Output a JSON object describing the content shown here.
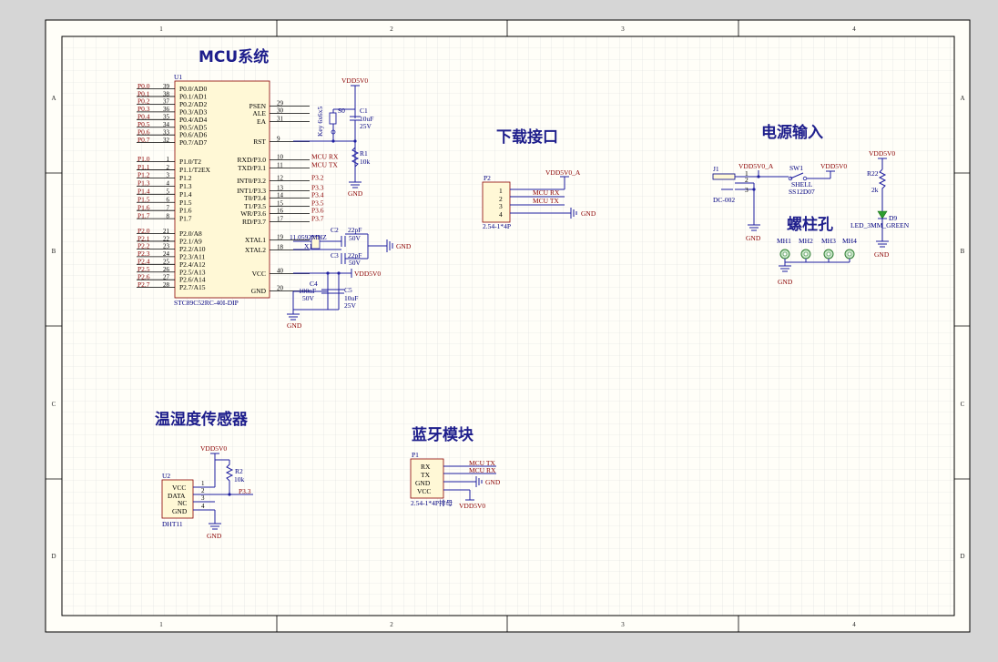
{
  "frame": {
    "cols": [
      "1",
      "2",
      "3",
      "4"
    ],
    "rows": [
      "A",
      "B",
      "C",
      "D"
    ]
  },
  "sections": {
    "mcu": "MCU系统",
    "download": "下载接口",
    "power": "电源输入",
    "screw": "螺柱孔",
    "sensor": "温湿度传感器",
    "bluetooth": "蓝牙模块"
  },
  "u1": {
    "ref": "U1",
    "part": "STC89C52RC-40I-DIP",
    "left_pins": [
      {
        "num": "39",
        "name": "P0.0/AD0",
        "net": "P0.0"
      },
      {
        "num": "38",
        "name": "P0.1/AD1",
        "net": "P0.1"
      },
      {
        "num": "37",
        "name": "P0.2/AD2",
        "net": "P0.2"
      },
      {
        "num": "36",
        "name": "P0.3/AD3",
        "net": "P0.3"
      },
      {
        "num": "35",
        "name": "P0.4/AD4",
        "net": "P0.4"
      },
      {
        "num": "34",
        "name": "P0.5/AD5",
        "net": "P0.5"
      },
      {
        "num": "33",
        "name": "P0.6/AD6",
        "net": "P0.6"
      },
      {
        "num": "32",
        "name": "P0.7/AD7",
        "net": "P0.7"
      },
      {
        "num": "1",
        "name": "P1.0/T2",
        "net": "P1.0"
      },
      {
        "num": "2",
        "name": "P1.1/T2EX",
        "net": "P1.1"
      },
      {
        "num": "3",
        "name": "P1.2",
        "net": "P1.2"
      },
      {
        "num": "4",
        "name": "P1.3",
        "net": "P1.3"
      },
      {
        "num": "5",
        "name": "P1.4",
        "net": "P1.4"
      },
      {
        "num": "6",
        "name": "P1.5",
        "net": "P1.5"
      },
      {
        "num": "7",
        "name": "P1.6",
        "net": "P1.6"
      },
      {
        "num": "8",
        "name": "P1.7",
        "net": "P1.7"
      },
      {
        "num": "21",
        "name": "P2.0/A8",
        "net": "P2.0"
      },
      {
        "num": "22",
        "name": "P2.1/A9",
        "net": "P2.1"
      },
      {
        "num": "23",
        "name": "P2.2/A10",
        "net": "P2.2"
      },
      {
        "num": "24",
        "name": "P2.3/A11",
        "net": "P2.3"
      },
      {
        "num": "25",
        "name": "P2.4/A12",
        "net": "P2.4"
      },
      {
        "num": "26",
        "name": "P2.5/A13",
        "net": "P2.5"
      },
      {
        "num": "27",
        "name": "P2.6/A14",
        "net": "P2.6"
      },
      {
        "num": "28",
        "name": "P2.7/A15",
        "net": "P2.7"
      }
    ],
    "right_pins": [
      {
        "num": "29",
        "name": "PSEN",
        "net": ""
      },
      {
        "num": "30",
        "name": "ALE",
        "net": ""
      },
      {
        "num": "31",
        "name": "EA",
        "net": ""
      },
      {
        "num": "9",
        "name": "RST",
        "net": ""
      },
      {
        "num": "10",
        "name": "RXD/P3.0",
        "net": "MCU RX"
      },
      {
        "num": "11",
        "name": "TXD/P3.1",
        "net": "MCU TX"
      },
      {
        "num": "12",
        "name": "INT0/P3.2",
        "net": "P3.2"
      },
      {
        "num": "13",
        "name": "INT1/P3.3",
        "net": "P3.3"
      },
      {
        "num": "14",
        "name": "T0/P3.4",
        "net": "P3.4"
      },
      {
        "num": "15",
        "name": "T1/P3.5",
        "net": "P3.5"
      },
      {
        "num": "16",
        "name": "WR/P3.6",
        "net": "P3.6"
      },
      {
        "num": "17",
        "name": "RD/P3.7",
        "net": "P3.7"
      },
      {
        "num": "19",
        "name": "XTAL1",
        "net": ""
      },
      {
        "num": "18",
        "name": "XTAL2",
        "net": ""
      },
      {
        "num": "40",
        "name": "VCC",
        "net": ""
      },
      {
        "num": "20",
        "name": "GND",
        "net": ""
      }
    ]
  },
  "mcu_parts": {
    "vdd": "VDD5V0",
    "gnd": "GND",
    "s0_ref": "S0",
    "s0_val": "Key 6x6x5",
    "c1_ref": "C1",
    "c1_val1": "10uF",
    "c1_val2": "25V",
    "r1_ref": "R1",
    "r1_val": "10k",
    "c2_ref": "C2",
    "c2_val1": "22pF",
    "c2_val2": "50V",
    "c3_ref": "C3",
    "c3_val1": "22pF",
    "c3_val2": "50V",
    "x1_ref": "X1",
    "x1_val": "11.0592MHZ",
    "c4_ref": "C4",
    "c4_val1": "100nF",
    "c4_val2": "50V",
    "c5_ref": "C5",
    "c5_val1": "10uF",
    "c5_val2": "25V"
  },
  "download": {
    "ref": "P2",
    "part": "2.54-1*4P",
    "pins": [
      "1",
      "2",
      "3",
      "4"
    ],
    "vdd": "VDD5V0_A",
    "rx": "MCU RX",
    "tx": "MCU TX",
    "gnd": "GND"
  },
  "power": {
    "j1_ref": "J1",
    "j1_part": "DC-002",
    "j1_pins": [
      "1",
      "2",
      "3"
    ],
    "vdd_a": "VDD5V0_A",
    "sw1_ref": "SW1",
    "sw1_part": "SS12D07",
    "shell": "SHELL",
    "vdd": "VDD5V0",
    "gnd": "GND",
    "r22_ref": "R22",
    "r22_val": "2k",
    "d9_ref": "D9",
    "d9_part": "LED_3MM_GREEN"
  },
  "screw": {
    "holes": [
      "MH1",
      "MH2",
      "MH3",
      "MH4"
    ],
    "gnd": "GND"
  },
  "sensor": {
    "ref": "U2",
    "part": "DHT11",
    "pins": [
      {
        "num": "1",
        "name": "VCC"
      },
      {
        "num": "2",
        "name": "DATA"
      },
      {
        "num": "3",
        "name": "NC"
      },
      {
        "num": "4",
        "name": "GND"
      }
    ],
    "vdd": "VDD5V0",
    "r2_ref": "R2",
    "r2_val": "10k",
    "net": "P3.3",
    "gnd": "GND"
  },
  "bluetooth": {
    "ref": "P1",
    "part": "2.54-1*4P排母",
    "pins": [
      "RX",
      "TX",
      "GND",
      "VCC"
    ],
    "tx": "MCU TX",
    "rx": "MCU RX",
    "gnd": "GND",
    "vdd": "VDD5V0"
  }
}
